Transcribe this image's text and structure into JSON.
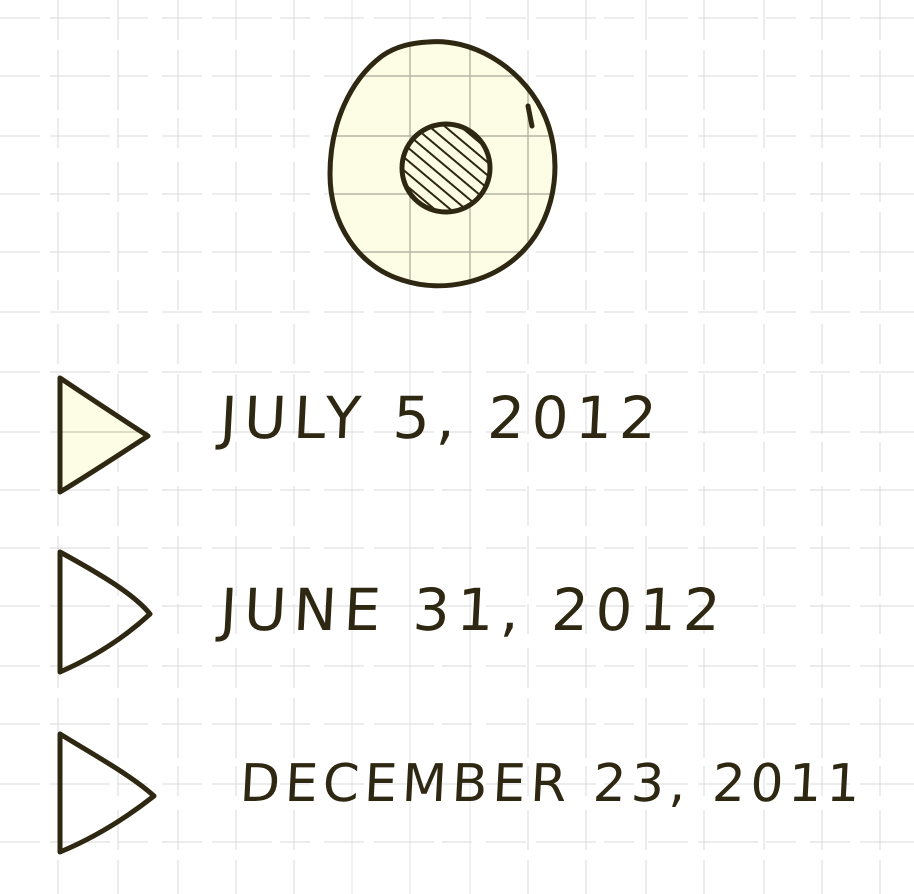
{
  "items": [
    {
      "label": "JULY 5, 2012",
      "state": "selected"
    },
    {
      "label": "JUNE 31, 2012",
      "state": "default"
    },
    {
      "label": "DECEMBER 23, 2011",
      "state": "default"
    }
  ],
  "colors": {
    "ink": "#2e2712",
    "fill": "#fdfde6",
    "grid": "#d9d9d9",
    "background": "#ffffff"
  },
  "icons": {
    "status": "target-circle-icon",
    "item": "play-triangle-icon"
  }
}
